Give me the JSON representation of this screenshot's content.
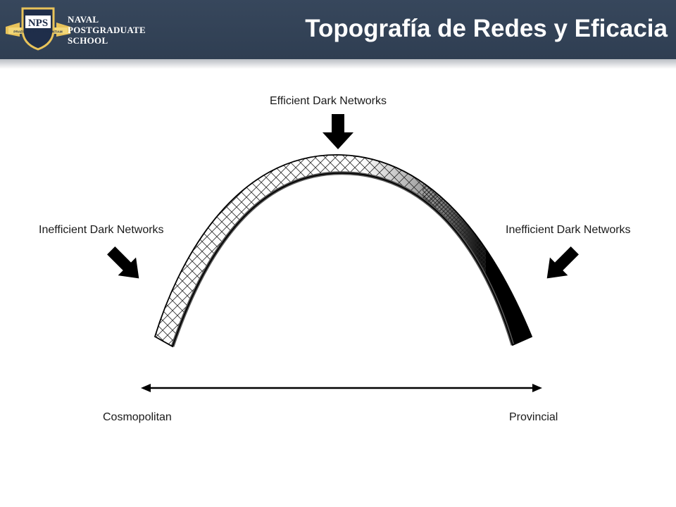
{
  "header": {
    "title": "Topografía de Redes y Eficacia",
    "logo": {
      "emblem": "NPS",
      "motto": "PRAESTANTIA PER SCIENTIAM",
      "line1": "NAVAL",
      "line2": "POSTGRADUATE",
      "line3": "SCHOOL"
    }
  },
  "diagram": {
    "top_label": "Efficient Dark Networks",
    "left_label": "Inefficient Dark Networks",
    "right_label": "Inefficient Dark Networks",
    "axis_left_label": "Cosmopolitan",
    "axis_right_label": "Provincial"
  }
}
